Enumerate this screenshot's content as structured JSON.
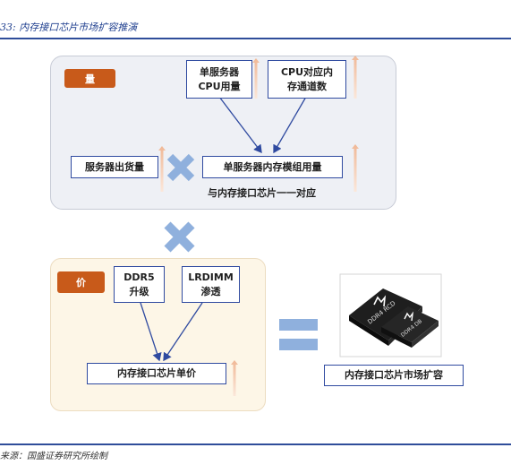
{
  "header": {
    "title": "33:  内存接口芯片市场扩容推演"
  },
  "volume_panel": {
    "tag": "量",
    "box_cpu_per_server": "单服务器\nCPU用量",
    "box_channels_per_cpu": "CPU对应内\n存通道数",
    "box_server_shipments": "服务器出货量",
    "box_modules_per_server": "单服务器内存模组用量",
    "note": "与内存接口芯片一一对应"
  },
  "price_panel": {
    "tag": "价",
    "box_ddr5": "DDR5\n升级",
    "box_lrdimm": "LRDIMM\n渗透",
    "box_unit_price": "内存接口芯片单价"
  },
  "result": {
    "label": "内存接口芯片市场扩容",
    "chip_labels": [
      "DDR4 RCD",
      "DDR4 DB"
    ]
  },
  "footer": {
    "source": "来源：国盛证券研究所绘制"
  },
  "colors": {
    "accent_blue": "#2f4aa0",
    "tag_orange": "#c85a1a",
    "operator_blue": "#8fb0dd",
    "up_arrow": "#f2c9b0"
  }
}
